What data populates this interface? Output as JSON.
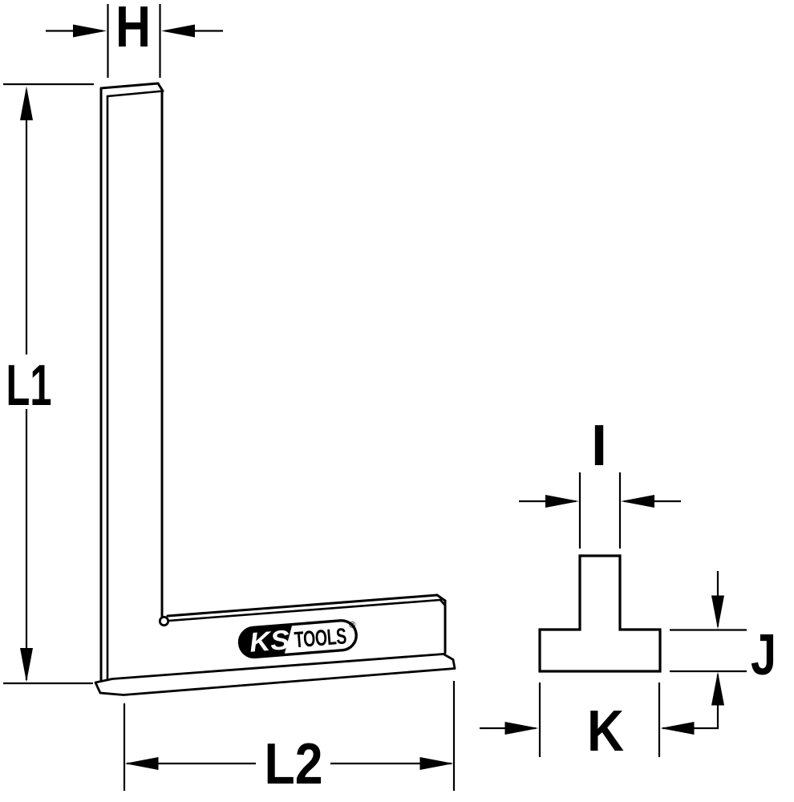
{
  "page": {
    "type": "technical dimensional drawing",
    "background": "#ffffff"
  },
  "drawing": {
    "line_color": "#000000",
    "label_color": "#000000",
    "front_view": {
      "labels": {
        "h": "H",
        "l1": "L1",
        "l2": "L2"
      }
    },
    "section_view": {
      "labels": {
        "i": "I",
        "j": "J",
        "k": "K"
      }
    },
    "logo": {
      "ks": "KS",
      "tools": "TOOLS",
      "registered": "®"
    }
  }
}
